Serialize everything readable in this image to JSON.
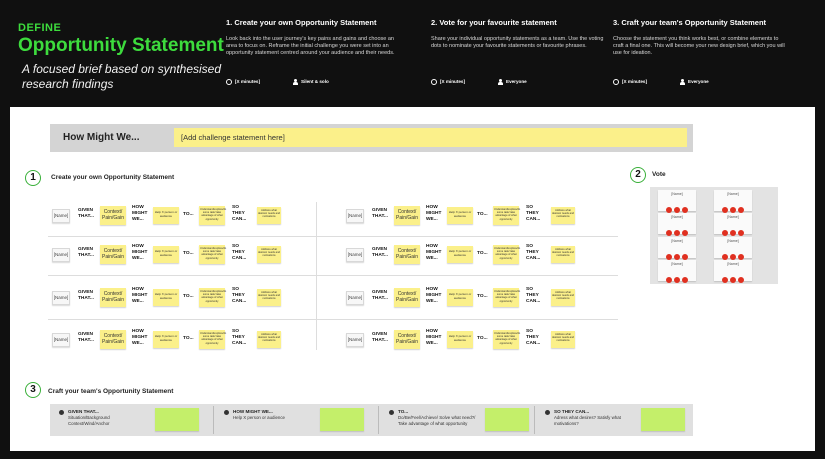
{
  "header": {
    "label": "DEFINE",
    "title": "Opportunity Statement",
    "subtitle": "A focused brief based on synthesised research findings",
    "steps": [
      {
        "title": "1. Create your own Opportunity Statement",
        "desc": "Look back into the user journey's key pains and gains and choose an area to focus on. Reframe the initial challenge you were set into an opportunity statement centred around your audience and their needs.",
        "duration": "[X minutes]",
        "who": "Silent & solo"
      },
      {
        "title": "2. Vote for your favourite statement",
        "desc": "Share your individual opportunity statements as a team. Use the voting dots to nominate your favourite statements or favourite phrases.",
        "duration": "[X minutes]",
        "who": "Everyone"
      },
      {
        "title": "3. Craft your team's Opportunity Statement",
        "desc": "Choose the statement you think works best, or combine elements to craft a final one. This will become your new design brief, which you will use for ideation.",
        "duration": "[X minutes]",
        "who": "Everyone"
      }
    ]
  },
  "hmw": {
    "label": "How Might We...",
    "value": "[Add challenge statement here]"
  },
  "section1": {
    "number": "1",
    "title": "Create your own Opportunity Statement",
    "template": {
      "name": "[Name]",
      "given": "GIVEN THAT...",
      "context": "Context/ Pain/Gain",
      "hmw": "HOW MIGHT WE...",
      "help": "Help X person or audience",
      "to": "TO...",
      "understand": "Understand/explore/do some task/ take advantage of what opportunity",
      "so": "SO THEY CAN...",
      "motivation": "Address what desires/ needs and motivations"
    }
  },
  "section2": {
    "number": "2",
    "title": "Vote",
    "card_name": "[Name]",
    "votes": [
      3,
      3,
      3,
      3,
      3,
      3,
      3,
      3
    ],
    "dot_color": "#e03020"
  },
  "section3": {
    "number": "3",
    "title": "Craft your team's Opportunity Statement",
    "blocks": [
      {
        "title": "GIVEN THAT...",
        "desc": "Situation/Background Context/Wind/Anchor"
      },
      {
        "title": "HOW MIGHT WE...",
        "desc": "Help X person or audience"
      },
      {
        "title": "TO...",
        "desc": "Do/Be/Feel/Achieve/ Solve what need?/ Take advantage of what opportunity"
      },
      {
        "title": "SO THEY CAN...",
        "desc": "Adress what desires? Satisfy what motivations?"
      }
    ]
  },
  "colors": {
    "accent_green": "#3ddc3d",
    "sticky_yellow": "#fbf08a",
    "sticky_green": "#c4ef6a",
    "background": "#101010"
  }
}
